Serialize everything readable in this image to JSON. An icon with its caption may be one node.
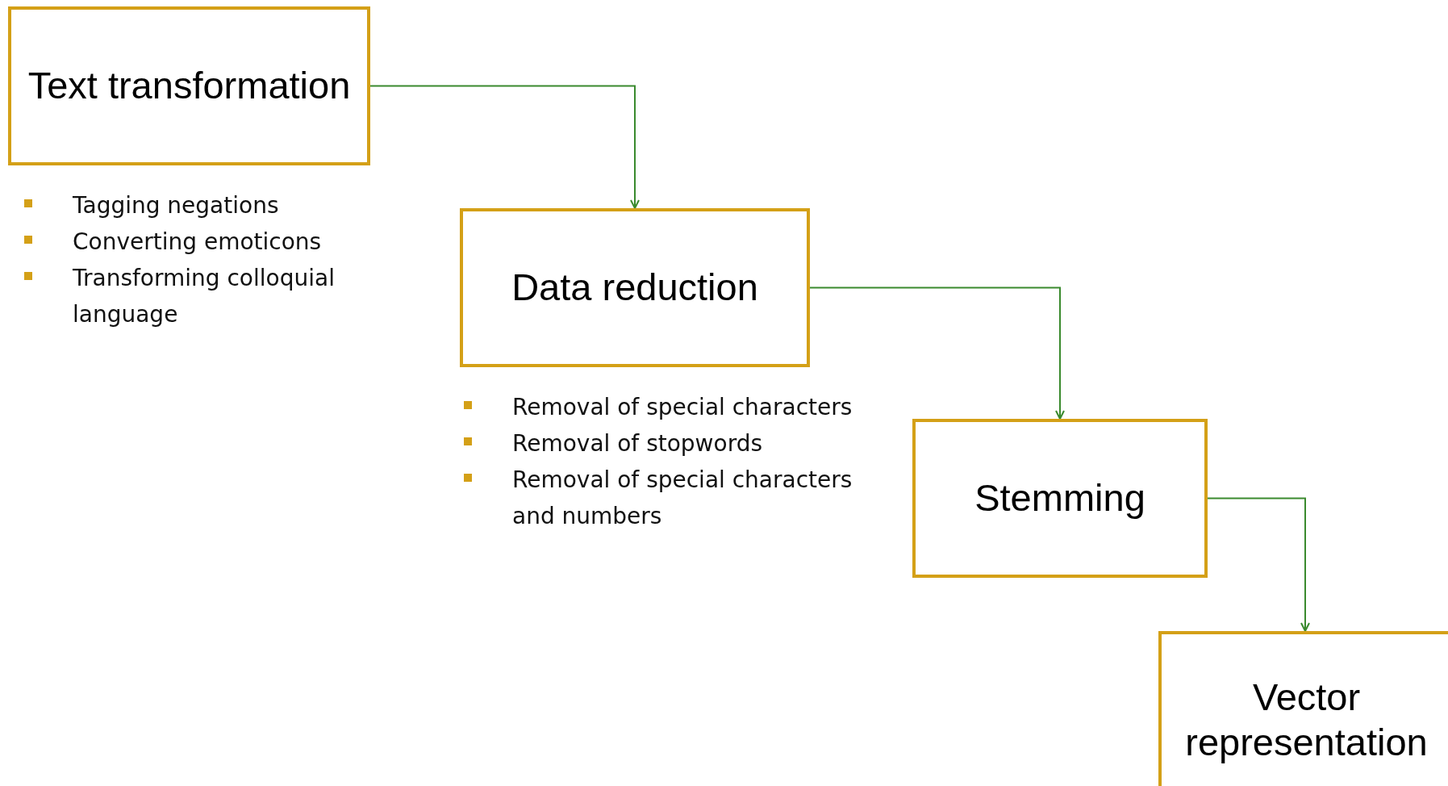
{
  "diagram": {
    "nodes": [
      {
        "text": [
          "Text transformation"
        ],
        "beside": [
          "Tagging negations",
          "Converting emoticons",
          "Transforming colloquial language"
        ]
      },
      {
        "text": [
          "Data reduction"
        ],
        "beside": [
          "Removal of special characters",
          "Removal of stopwords",
          "Removal of special characters and numbers"
        ]
      },
      {
        "text": [
          "Stemming"
        ]
      },
      {
        "text": [
          "Vector representation"
        ]
      }
    ],
    "edges": [
      {
        "from": 0,
        "to": 1,
        "arrow": "to"
      },
      {
        "from": 1,
        "to": 2,
        "arrow": "to"
      },
      {
        "from": 2,
        "to": 3,
        "arrow": "to"
      }
    ]
  }
}
